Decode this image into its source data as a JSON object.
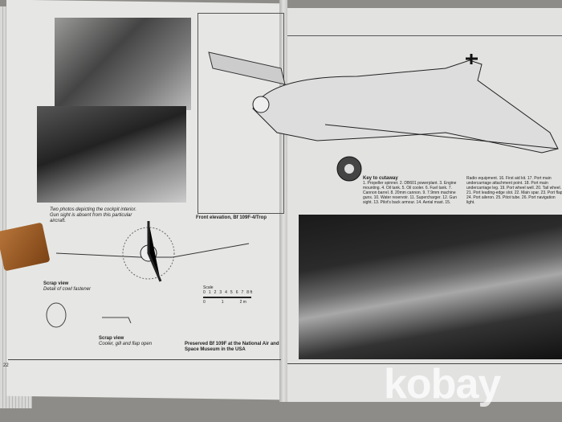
{
  "left_page": {
    "cockpit_caption": "Two photos depicting the cockpit interior. Gun sight is absent from this particular aircraft.",
    "front_elevation_title": "Front elevation, Bf 109F-4/Trop",
    "scrap_view_1_title": "Scrap view",
    "scrap_view_1_caption": "Detail of cowl fastener",
    "scrap_view_2_title": "Scrap view",
    "scrap_view_2_caption": "Cooler, gill and flap open",
    "scale_label": "Scale",
    "scale_ft": [
      "0",
      "1",
      "2",
      "3",
      "4",
      "5",
      "6",
      "7",
      "8 ft"
    ],
    "scale_m": [
      "0",
      "1",
      "2 m"
    ],
    "preserved_caption": "Preserved Bf 109F at the National Air and Space Museum in the USA",
    "page_number": "22"
  },
  "right_page": {
    "key_title": "Key to cutaway",
    "key_text": "1. Propeller spinner. 2. DB601 powerplant. 3. Engine mounting. 4. Oil tank. 5. Oil cooler. 6. Fuel tank. 7. Cannon barrel. 8. 20mm cannon. 9. 7.9mm machine guns. 10. Water reservoir. 11. Supercharger. 12. Gun sight. 13. Pilot's back armour. 14. Aerial mast. 15. Radio equipment. 16. First aid kit. 17. Port main undercarriage attachment point. 18. Port main undercarriage leg. 19. Port wheel well. 20. Tail wheel. 21. Port leading-edge slot. 22. Main spar. 23. Port flap. 24. Port aileron. 25. Pitot tube. 26. Port navigation light."
  },
  "watermark": "kobay"
}
